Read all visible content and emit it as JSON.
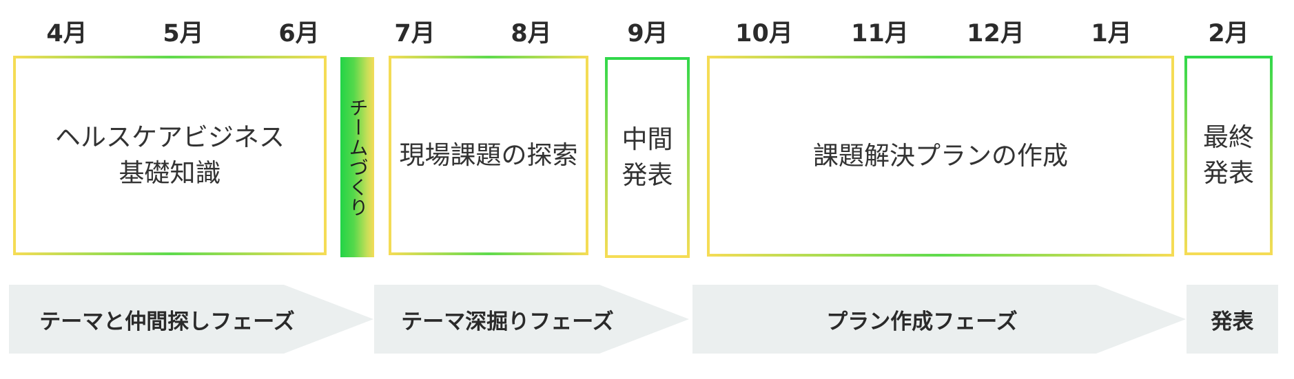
{
  "months": [
    "4月",
    "5月",
    "6月",
    "7月",
    "8月",
    "9月",
    "10月",
    "11月",
    "12月",
    "1月",
    "2月"
  ],
  "boxes": {
    "health": {
      "line1": "ヘルスケアビジネス",
      "line2": "基礎知識"
    },
    "team": {
      "label": "チームづくり"
    },
    "explore": {
      "label": "現場課題の探索"
    },
    "midterm": {
      "line1": "中間",
      "line2": "発表"
    },
    "plan": {
      "label": "課題解決プランの作成"
    },
    "final": {
      "line1": "最終",
      "line2": "発表"
    }
  },
  "phases": [
    {
      "label": "テーマと仲間探しフェーズ"
    },
    {
      "label": "テーマ深掘りフェーズ"
    },
    {
      "label": "プラン作成フェーズ"
    },
    {
      "label": "発表"
    }
  ],
  "colors": {
    "border_yellow": "#f6dc55",
    "border_green": "#2fd84a",
    "phase_background": "#ebefef"
  }
}
